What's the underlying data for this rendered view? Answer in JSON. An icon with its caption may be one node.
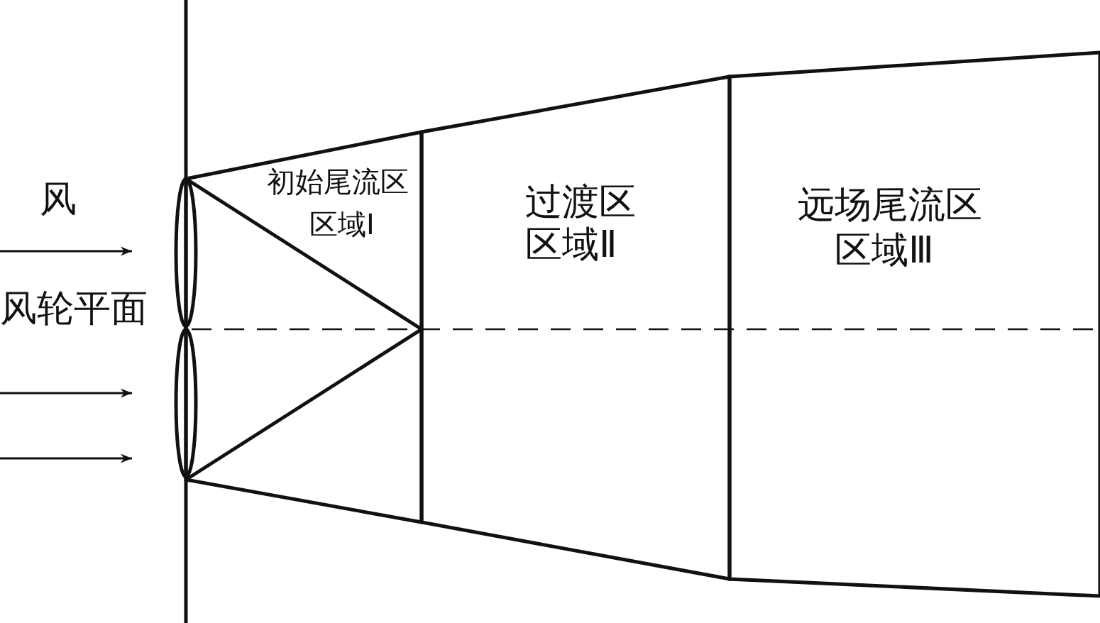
{
  "diagram": {
    "nodes": [
      {
        "text": [
          "初始尾流区",
          "区域Ⅰ"
        ]
      },
      {
        "text": [
          "过渡区",
          "区域Ⅱ"
        ]
      },
      {
        "text": [
          "远场尾流区",
          "区域Ⅲ"
        ]
      }
    ],
    "edges": [],
    "labels": [
      "风",
      "风轮平面"
    ]
  }
}
